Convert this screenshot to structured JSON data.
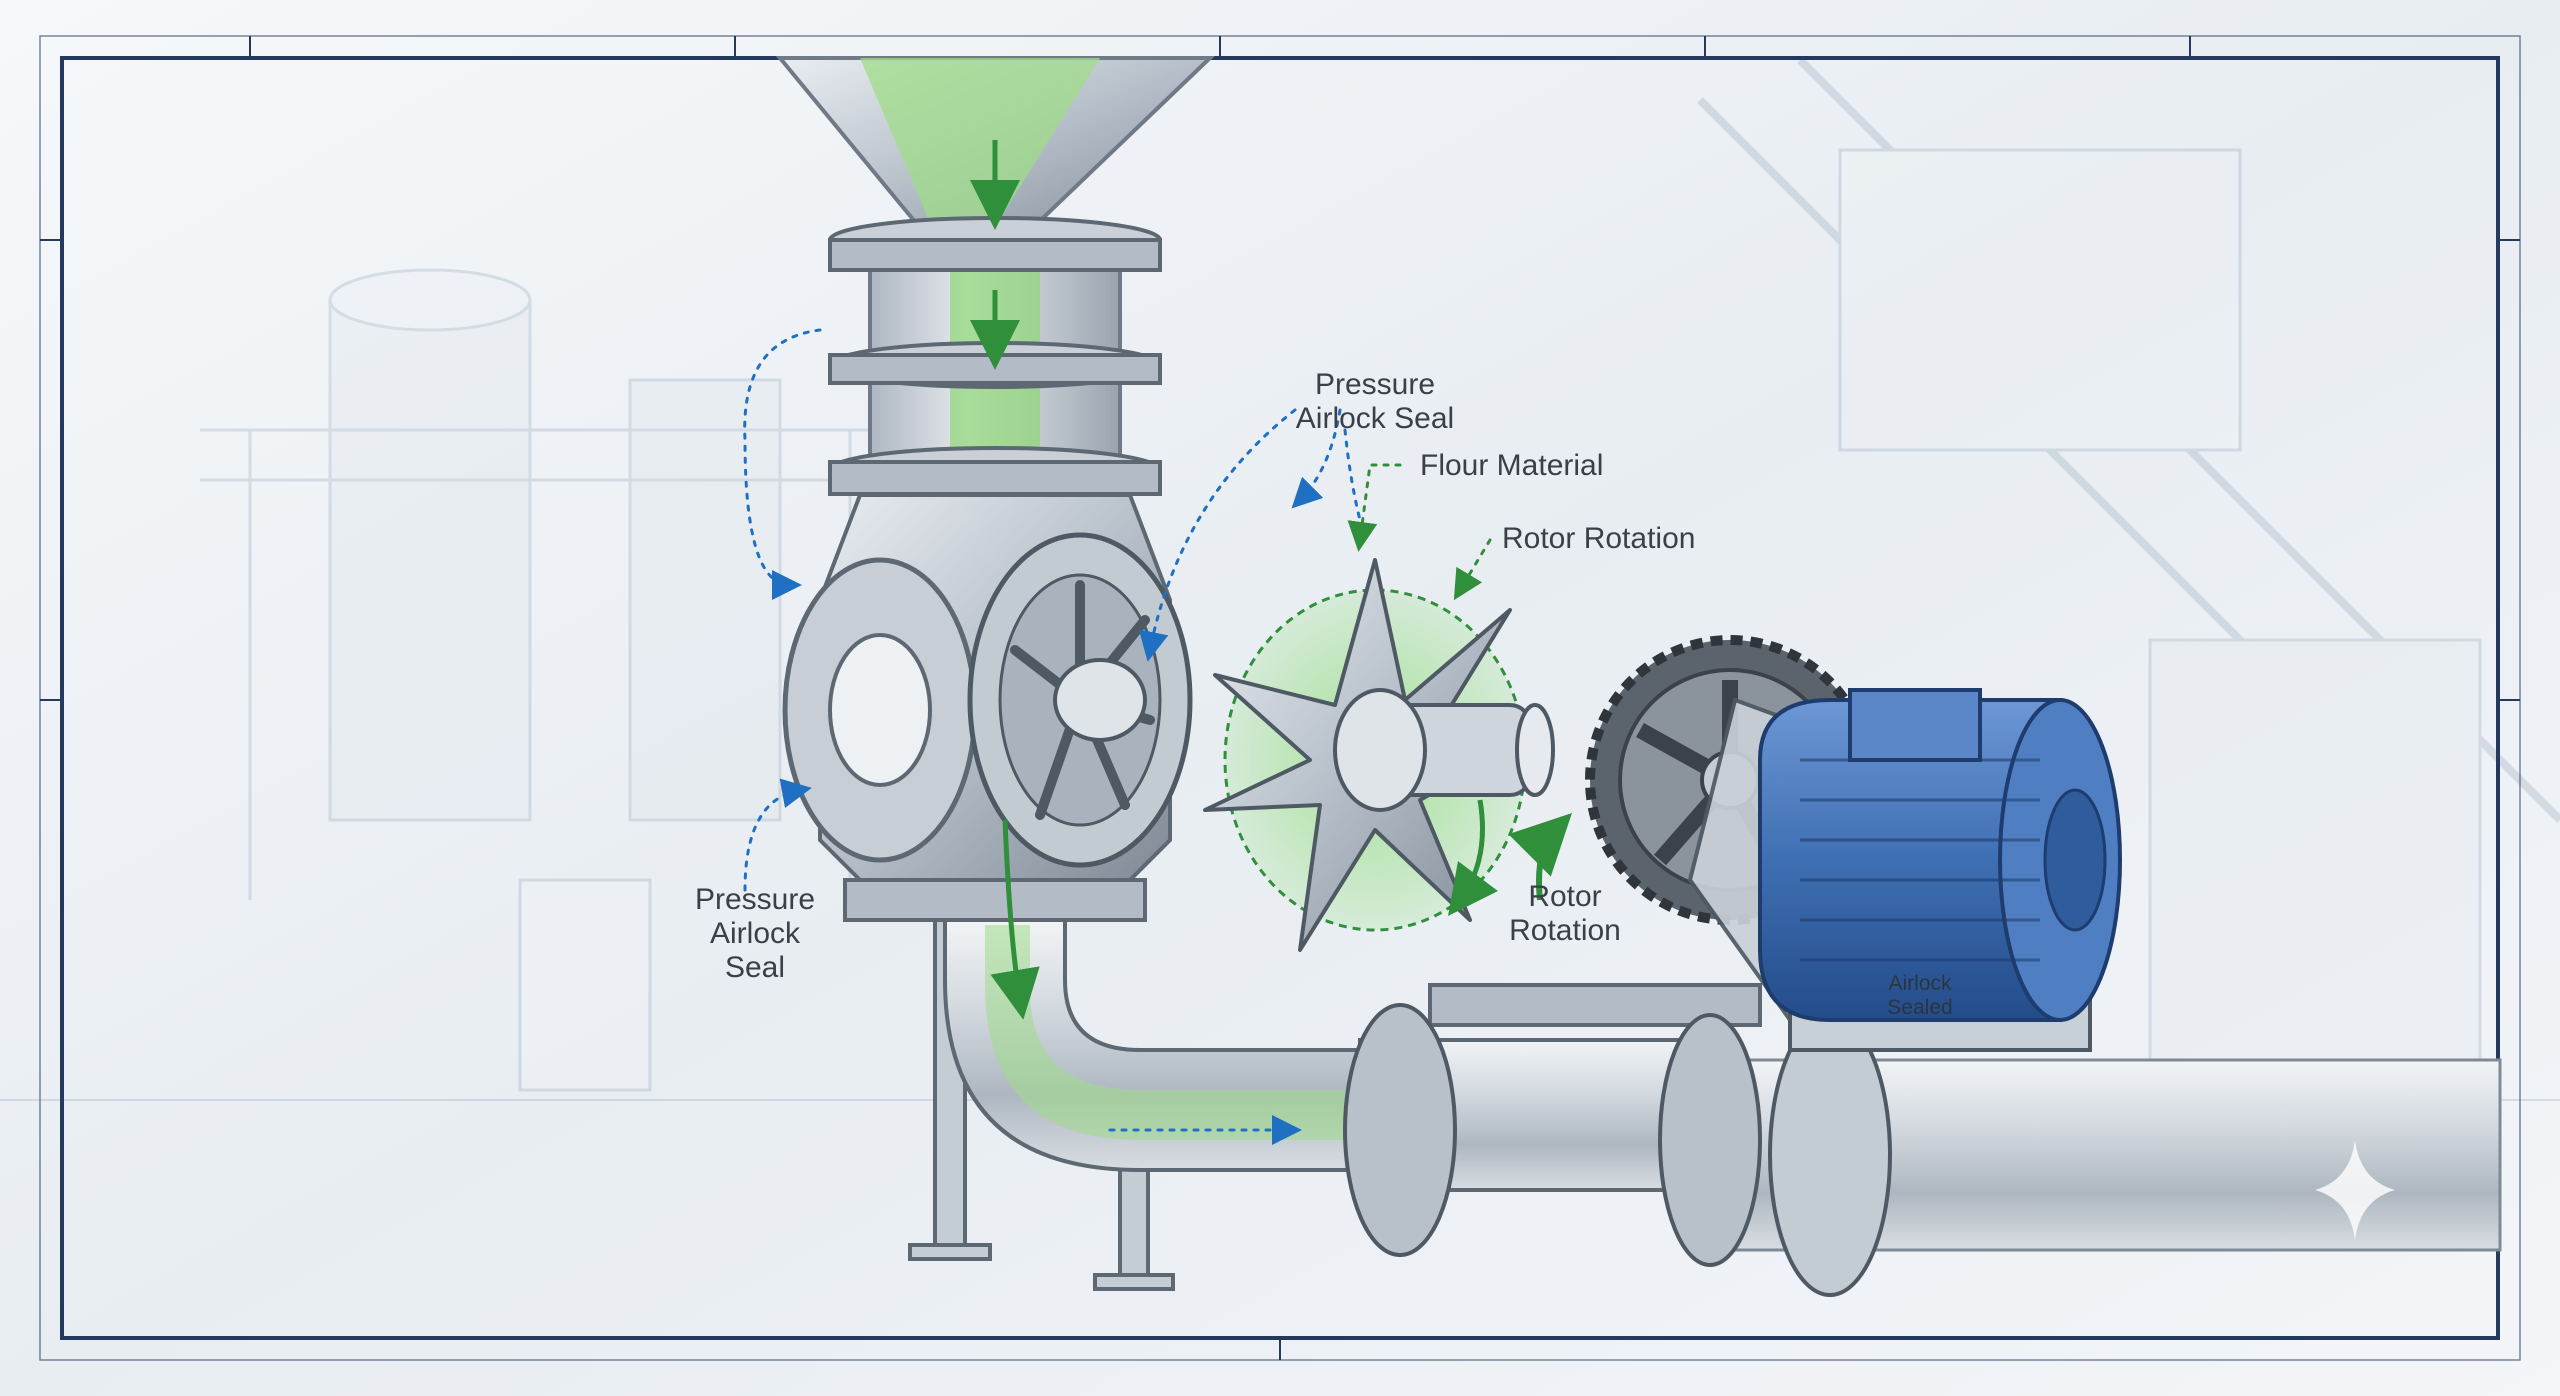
{
  "diagram": {
    "labels": {
      "pressure_seal_top": "Pressure\nAirlock Seal",
      "flour_material": "Flour Material",
      "rotor_rotation_top": "Rotor Rotation",
      "pressure_seal_left": "Pressure\nAirlock\nSeal",
      "rotor_rotation_bottom": "Rotor\nRotation",
      "airlock_sealed": "Airlock\nSealed"
    },
    "colors": {
      "frame": "#233a5e",
      "steel": "#b9c2cc",
      "steel_dark": "#6f7a86",
      "flour_green": "#86d46f",
      "arrow_green": "#2f8f3a",
      "arrow_blue": "#1f6fc2",
      "motor_blue": "#3f6fb3",
      "background": "#eef2f6"
    },
    "icons": [
      "rotary-airlock-valve",
      "rotor-vane-icon",
      "electric-motor",
      "chain-sprocket",
      "conveying-pipe",
      "sparkle-icon"
    ]
  }
}
